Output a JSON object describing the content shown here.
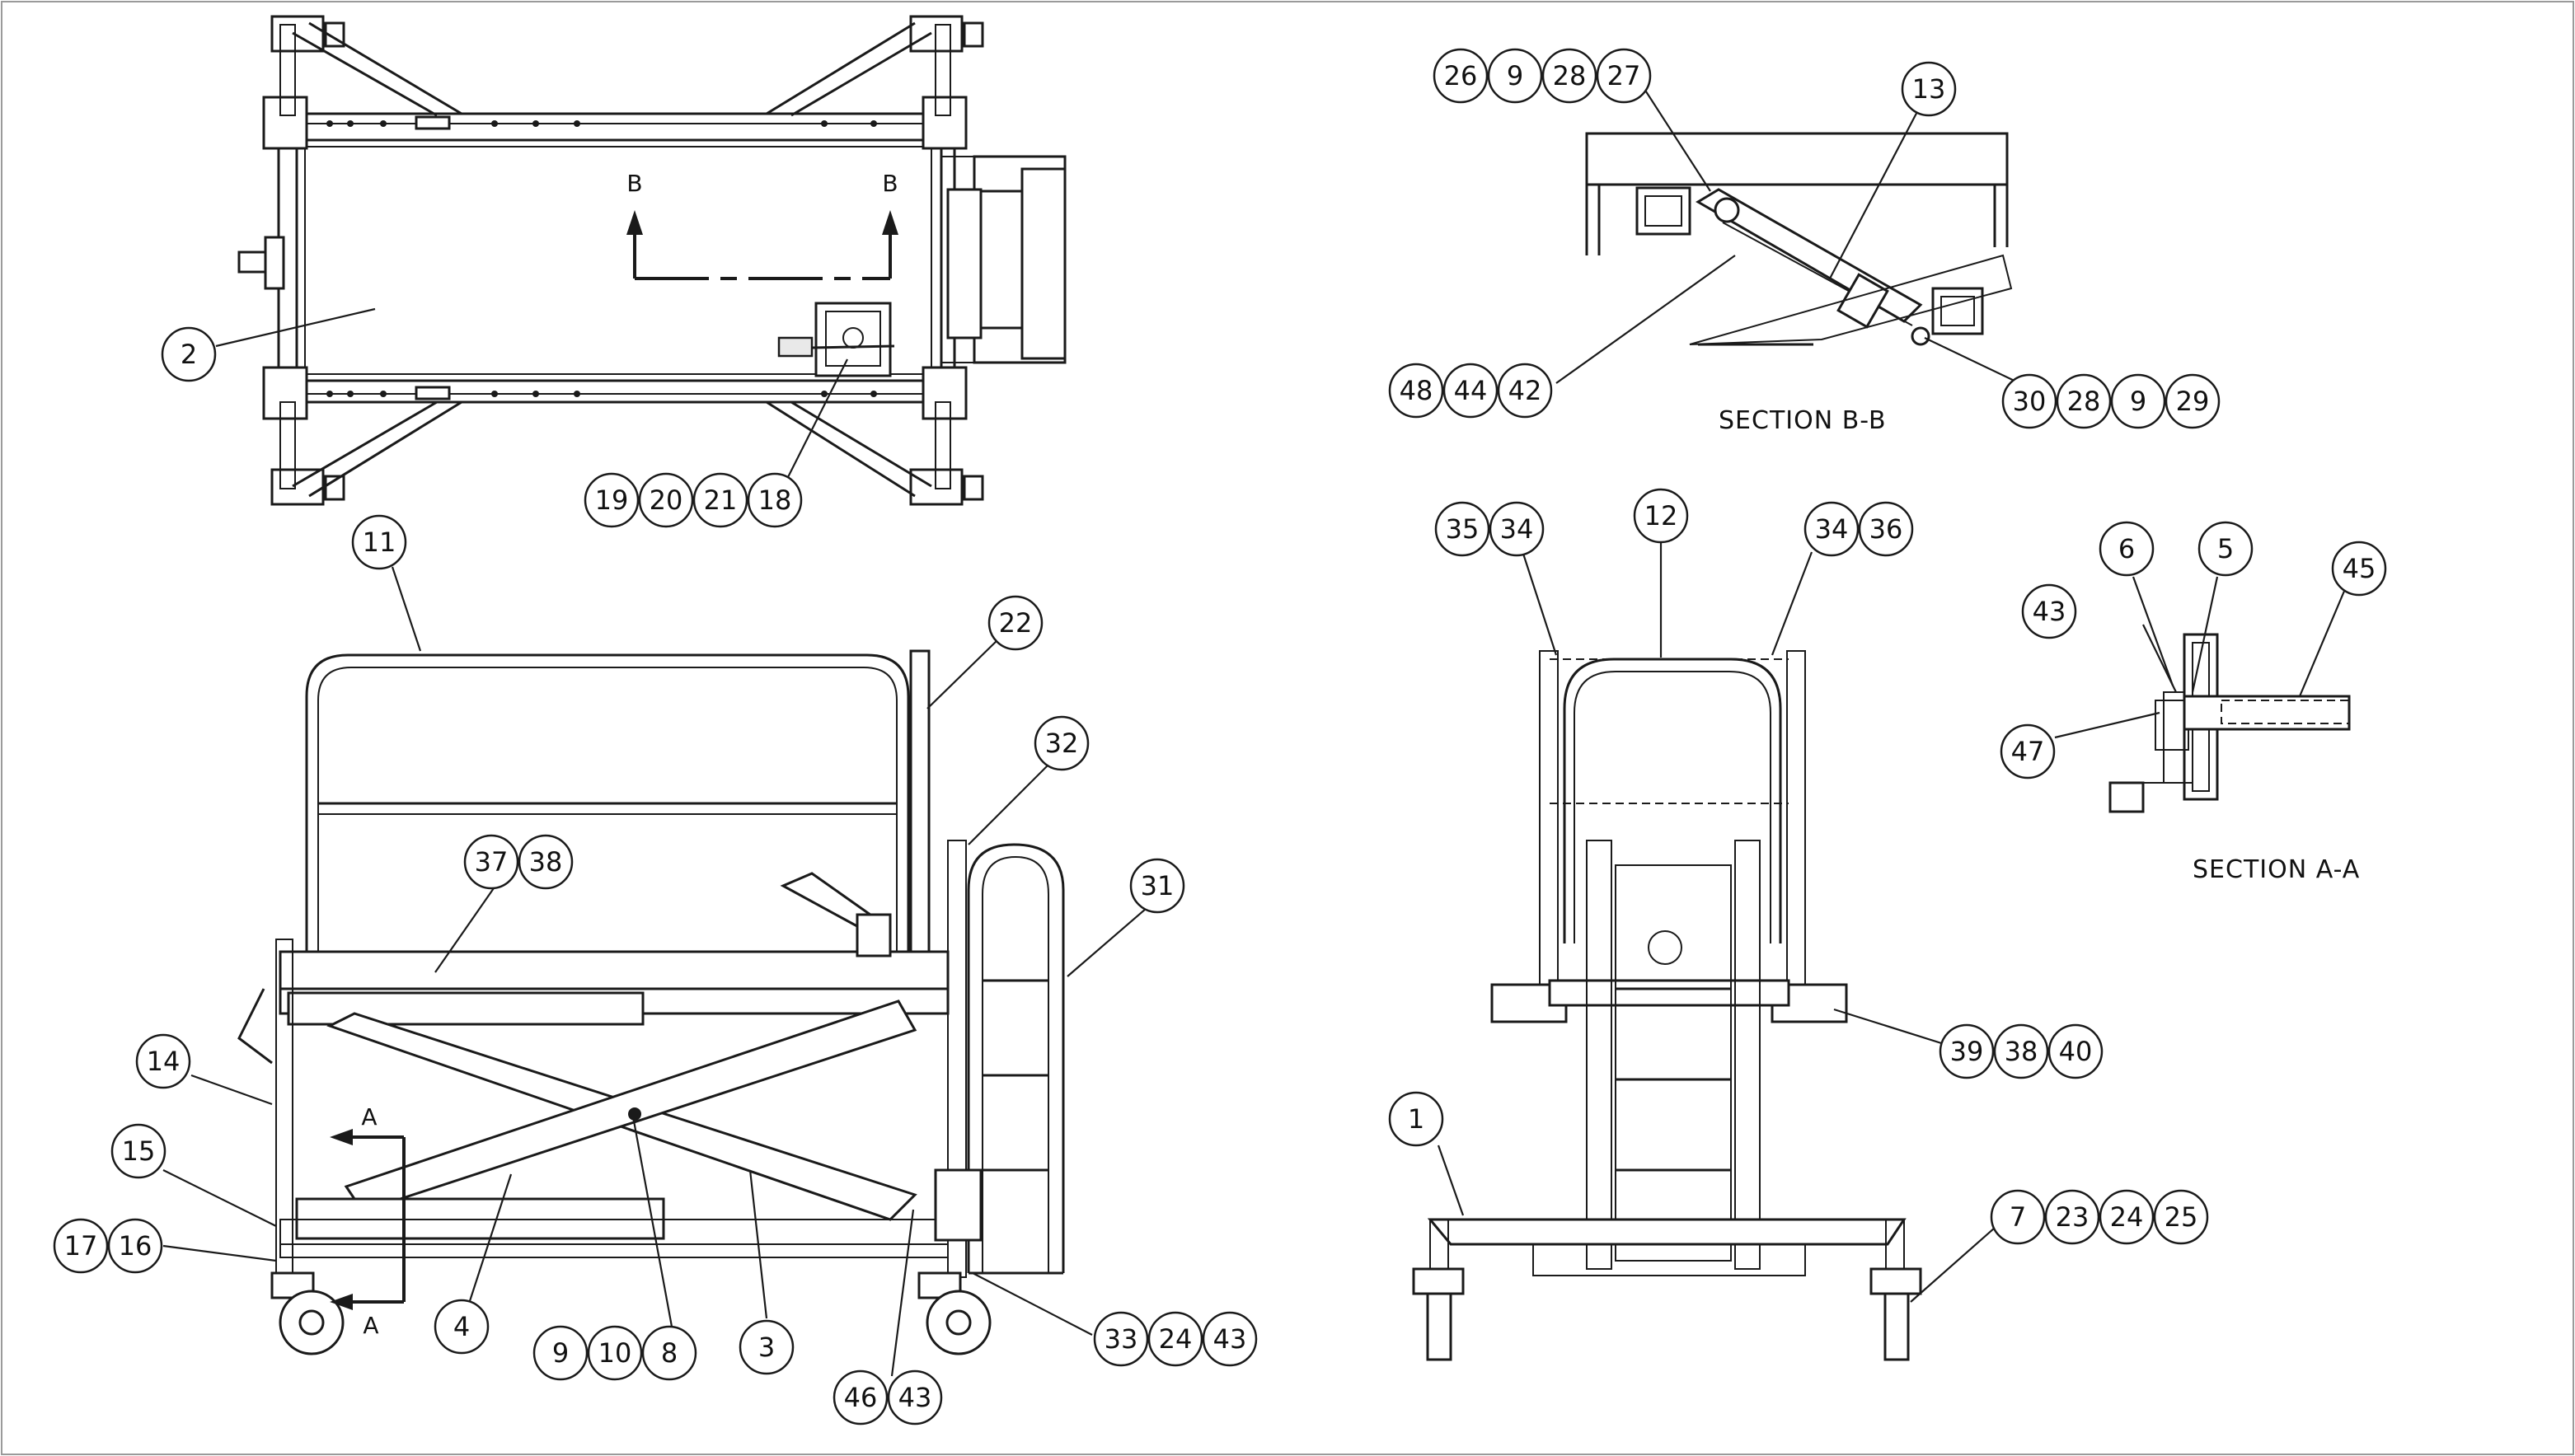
{
  "sections": {
    "section_bb": "SECTION B-B",
    "section_aa": "SECTION A-A"
  },
  "cut_letters": {
    "b_left": "B",
    "b_right": "B",
    "a_top": "A",
    "a_bottom": "A"
  },
  "balloons": {
    "top_view": [
      "2",
      "19",
      "20",
      "21",
      "18"
    ],
    "section_bb": [
      "26",
      "9",
      "28",
      "27",
      "13",
      "48",
      "44",
      "42",
      "30",
      "28",
      "9",
      "29"
    ],
    "side_view": [
      "11",
      "22",
      "32",
      "31",
      "37",
      "38",
      "14",
      "15",
      "17",
      "16",
      "4",
      "9",
      "10",
      "8",
      "3",
      "33",
      "24",
      "43",
      "46",
      "43"
    ],
    "front_view": [
      "35",
      "34",
      "12",
      "34",
      "36",
      "39",
      "38",
      "40",
      "1",
      "7",
      "23",
      "24",
      "25"
    ],
    "section_aa": [
      "6",
      "5",
      "45",
      "43",
      "47"
    ]
  }
}
